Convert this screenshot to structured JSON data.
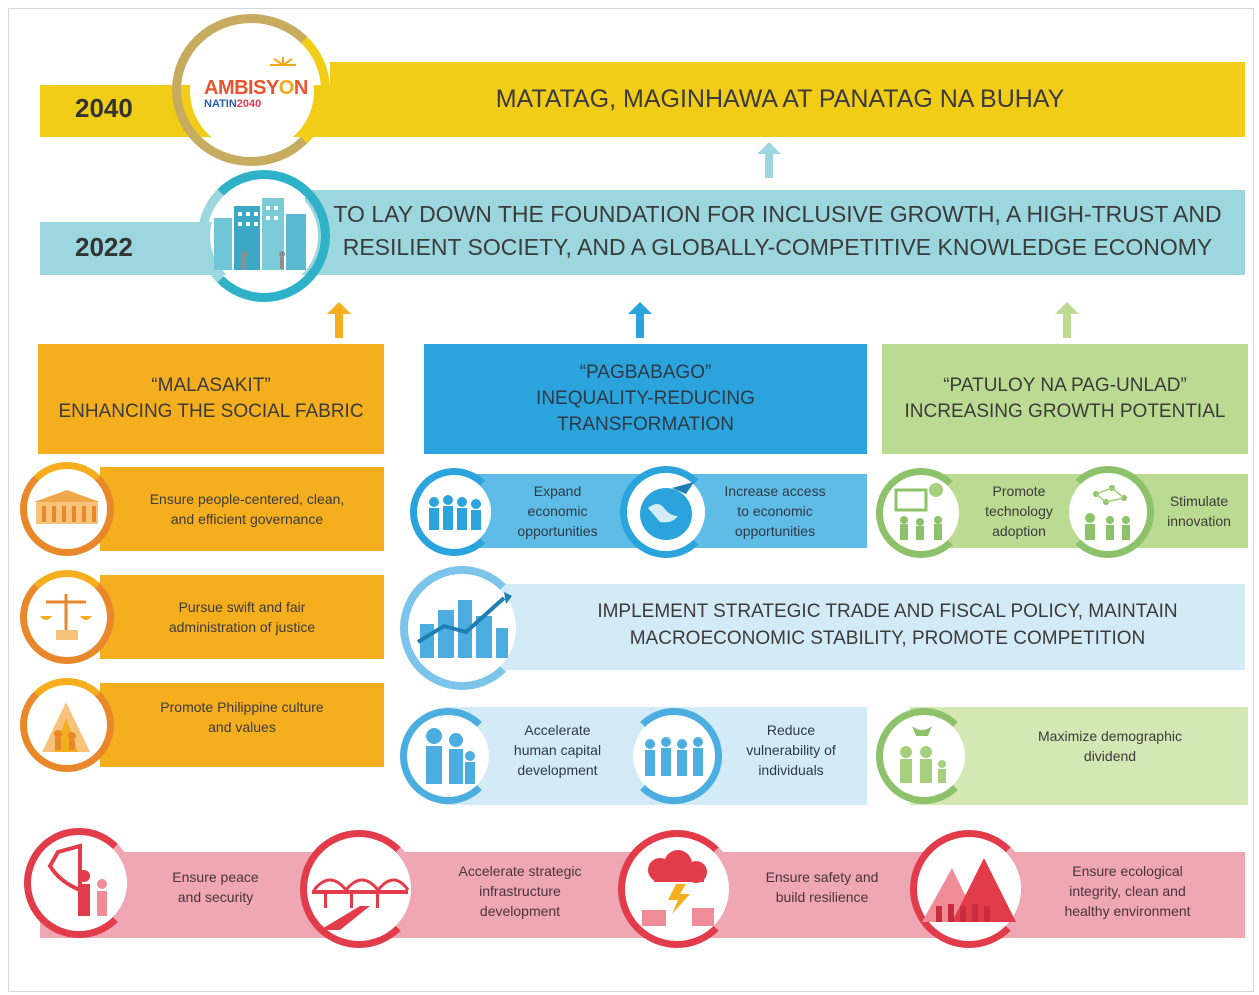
{
  "colors": {
    "gold": "#F2CD17",
    "orange": "#F5AE1E",
    "blue": "#2BA3DC",
    "lightblue": "#D3EAF7",
    "teal_band": "#9CD6DE",
    "green": "#BCDB92",
    "green_light": "#D4E8B6",
    "pink": "#EFA7B4",
    "red": "#E23B4A"
  },
  "vision_2040": {
    "year": "2040",
    "logo": {
      "line1": "AMBISY",
      "o": "O",
      "line1b": "N",
      "line2": "NATIN",
      "line2b": "2040"
    },
    "text": "MATATAG, MAGINHAWA AT PANATAG NA BUHAY"
  },
  "goal_2022": {
    "year": "2022",
    "line1": "TO LAY DOWN THE FOUNDATION FOR INCLUSIVE GROWTH, A HIGH-TRUST AND",
    "line2": "RESILIENT SOCIETY, AND A GLOBALLY-COMPETITIVE KNOWLEDGE ECONOMY",
    "icon": "city-buildings-icon"
  },
  "pillars": {
    "malasakit": {
      "title": "“MALASAKIT”",
      "subtitle": "ENHANCING THE SOCIAL FABRIC",
      "items": [
        {
          "icon": "government-building-icon",
          "l1": "Ensure people-centered, clean,",
          "l2": "and efficient governance"
        },
        {
          "icon": "justice-scale-icon",
          "l1": "Pursue swift and fair",
          "l2": "administration of justice"
        },
        {
          "icon": "culture-people-icon",
          "l1": "Promote Philippine culture",
          "l2": "and values"
        }
      ]
    },
    "pagbabago": {
      "title": "“PAGBABAGO”",
      "line2": "INEQUALITY-REDUCING",
      "line3": "TRANSFORMATION",
      "items": [
        {
          "icon": "people-group-icon",
          "l1": "Expand",
          "l2": "economic",
          "l3": "opportunities"
        },
        {
          "icon": "globe-plane-icon",
          "l1": "Increase access",
          "l2": "to economic",
          "l3": "opportunities"
        },
        {
          "icon": "family-icon",
          "l1": "Accelerate",
          "l2": "human capital",
          "l3": "development"
        },
        {
          "icon": "people-row-icon",
          "l1": "Reduce",
          "l2": "vulnerability of",
          "l3": "individuals"
        }
      ]
    },
    "patuloy": {
      "title": "“PATULOY NA PAG-UNLAD”",
      "subtitle": "INCREASING GROWTH POTENTIAL",
      "items": [
        {
          "icon": "technology-presentation-icon",
          "l1": "Promote",
          "l2": "technology",
          "l3": "adoption"
        },
        {
          "icon": "innovation-network-icon",
          "l1": "Stimulate",
          "l2": "innovation"
        },
        {
          "icon": "family-dividend-icon",
          "l1": "Maximize demographic",
          "l2": "dividend"
        }
      ]
    }
  },
  "macro": {
    "icon": "growth-chart-city-icon",
    "line1": "IMPLEMENT STRATEGIC TRADE AND FISCAL POLICY, MAINTAIN",
    "line2": "MACROECONOMIC STABILITY, PROMOTE COMPETITION"
  },
  "foundation": [
    {
      "icon": "shield-family-icon",
      "l1": "Ensure peace",
      "l2": "and security"
    },
    {
      "icon": "bridge-infrastructure-icon",
      "l1": "Accelerate strategic",
      "l2": "infrastructure",
      "l3": "development"
    },
    {
      "icon": "storm-cloud-icon",
      "l1": "Ensure safety and",
      "l2": "build resilience"
    },
    {
      "icon": "mountains-trees-icon",
      "l1": "Ensure ecological",
      "l2": "integrity, clean and",
      "l3": "healthy environment"
    }
  ]
}
